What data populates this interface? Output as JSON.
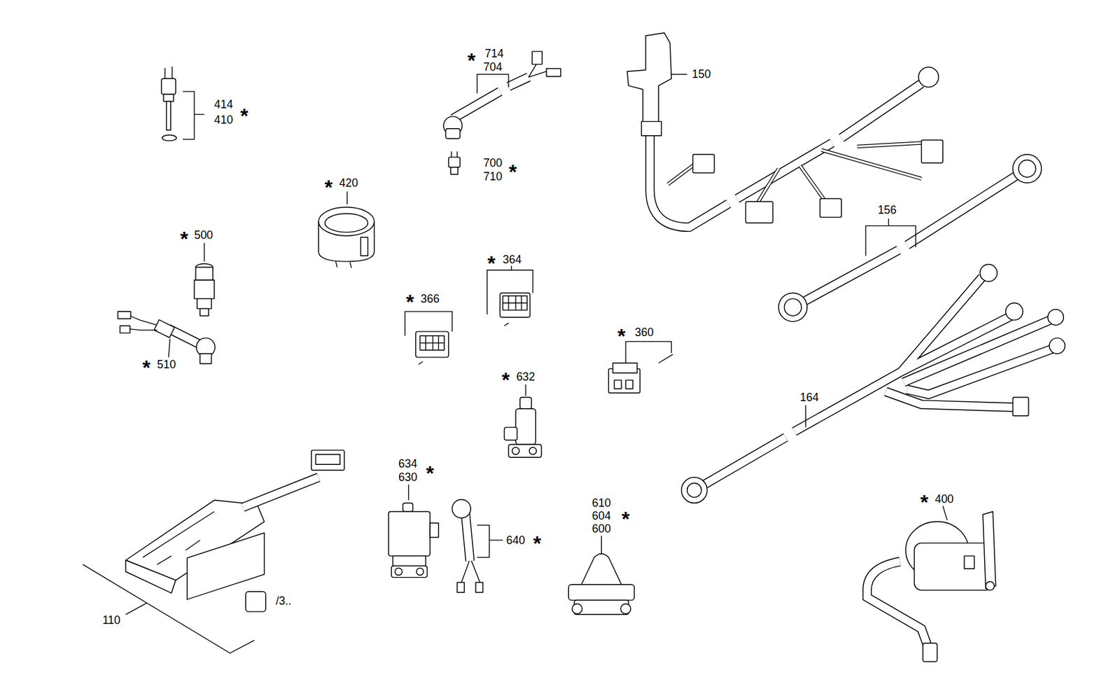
{
  "diagram": {
    "labels": [
      "*",
      "714",
      "704",
      "414",
      "410",
      "*",
      "150",
      "700",
      "710",
      "*",
      "*",
      "420",
      "156",
      "*",
      "500",
      "*",
      "364",
      "*",
      "366",
      "*",
      "360",
      "*",
      "510",
      "*",
      "632",
      "164",
      "634",
      "630",
      "*",
      "*",
      "400",
      "610",
      "604",
      "600",
      "*",
      "640",
      "*",
      "/3..",
      "110"
    ]
  }
}
